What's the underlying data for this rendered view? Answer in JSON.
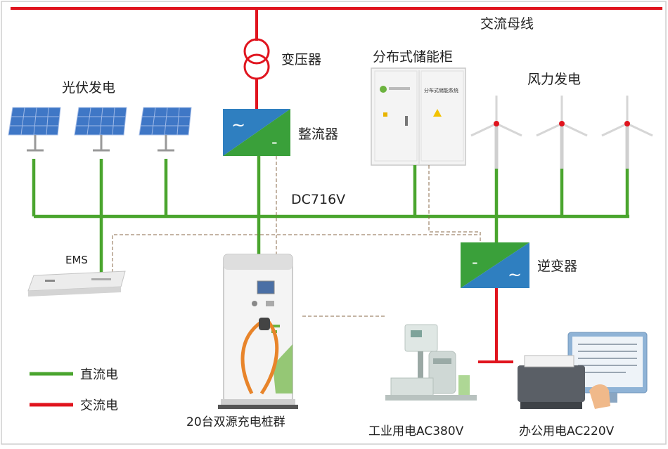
{
  "labels": {
    "ac_bus": "交流母线",
    "transformer": "变压器",
    "storage": "分布式储能柜",
    "storage_panel_title": "分布式储能系统",
    "solar": "光伏发电",
    "wind": "风力发电",
    "rectifier": "整流器",
    "dc_voltage": "DC716V",
    "ems": "EMS",
    "inverter": "逆变器",
    "charger_group": "20台双源充电桩群",
    "industrial": "工业用电AC380V",
    "office": "办公用电AC220V"
  },
  "converter_symbols": {
    "ac": "~",
    "dc": "-"
  },
  "legend": {
    "dc": "直流电",
    "ac": "交流电"
  },
  "colors": {
    "dc_line": "#4aa52e",
    "ac_line": "#e0141e",
    "converter_top": "#3aa03a",
    "converter_bottom": "#2f7fc0"
  }
}
